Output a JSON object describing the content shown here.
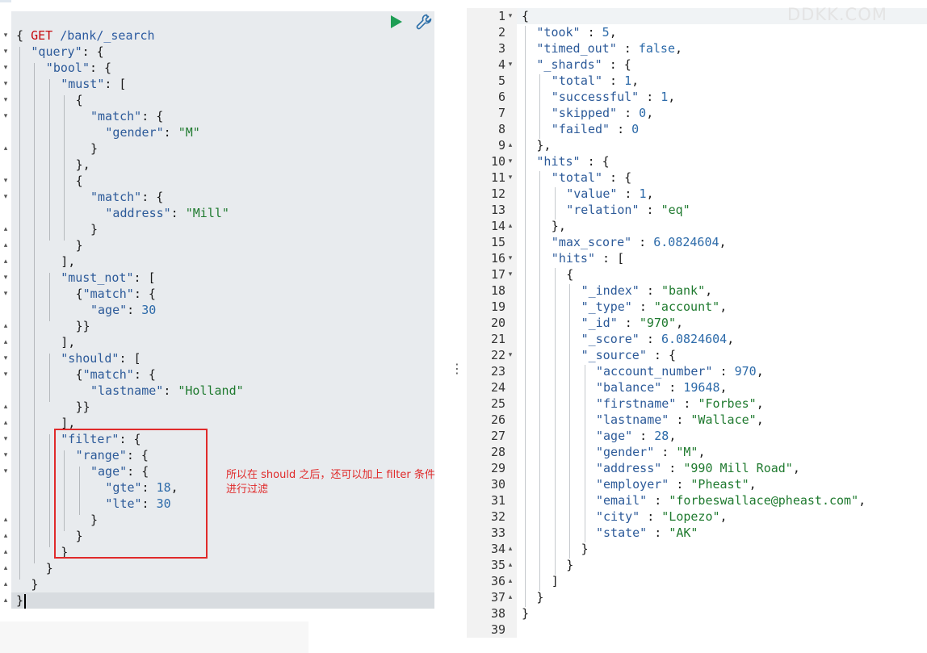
{
  "request": {
    "method": "GET",
    "url": "/bank/_search",
    "run_icon": "play-icon",
    "settings_icon": "wrench-icon",
    "lines": [
      [
        [
          "{",
          "p"
        ]
      ],
      [
        [
          "\"query\"",
          "k"
        ],
        [
          ": {",
          "p"
        ]
      ],
      [
        [
          "\"bool\"",
          "k"
        ],
        [
          ": {",
          "p"
        ]
      ],
      [
        [
          "\"must\"",
          "k"
        ],
        [
          ": [",
          "p"
        ]
      ],
      [
        [
          "{",
          "p"
        ]
      ],
      [
        [
          "\"match\"",
          "k"
        ],
        [
          ": {",
          "p"
        ]
      ],
      [
        [
          "\"gender\"",
          "k"
        ],
        [
          ": ",
          "p"
        ],
        [
          "\"M\"",
          "s"
        ]
      ],
      [
        [
          "}",
          "p"
        ]
      ],
      [
        [
          "},",
          "p"
        ]
      ],
      [
        [
          "{",
          "p"
        ]
      ],
      [
        [
          "\"match\"",
          "k"
        ],
        [
          ": {",
          "p"
        ]
      ],
      [
        [
          "\"address\"",
          "k"
        ],
        [
          ": ",
          "p"
        ],
        [
          "\"Mill\"",
          "s"
        ]
      ],
      [
        [
          "}",
          "p"
        ]
      ],
      [
        [
          "}",
          "p"
        ]
      ],
      [
        [
          "],",
          "p"
        ]
      ],
      [
        [
          "\"must_not\"",
          "k"
        ],
        [
          ": [",
          "p"
        ]
      ],
      [
        [
          "{",
          "p"
        ],
        [
          "\"match\"",
          "k"
        ],
        [
          ": {",
          "p"
        ]
      ],
      [
        [
          "\"age\"",
          "k"
        ],
        [
          ": ",
          "p"
        ],
        [
          "30",
          "n"
        ]
      ],
      [
        [
          "}}",
          "p"
        ]
      ],
      [
        [
          "],",
          "p"
        ]
      ],
      [
        [
          "\"should\"",
          "k"
        ],
        [
          ": [",
          "p"
        ]
      ],
      [
        [
          "{",
          "p"
        ],
        [
          "\"match\"",
          "k"
        ],
        [
          ": {",
          "p"
        ]
      ],
      [
        [
          "\"lastname\"",
          "k"
        ],
        [
          ": ",
          "p"
        ],
        [
          "\"Holland\"",
          "s"
        ]
      ],
      [
        [
          "}}",
          "p"
        ]
      ],
      [
        [
          "],",
          "p"
        ]
      ],
      [
        [
          "\"filter\"",
          "k"
        ],
        [
          ": {",
          "p"
        ]
      ],
      [
        [
          "\"range\"",
          "k"
        ],
        [
          ": {",
          "p"
        ]
      ],
      [
        [
          "\"age\"",
          "k"
        ],
        [
          ": {",
          "p"
        ]
      ],
      [
        [
          "\"gte\"",
          "k"
        ],
        [
          ": ",
          "p"
        ],
        [
          "18",
          "n"
        ],
        [
          ",",
          "p"
        ]
      ],
      [
        [
          "\"lte\"",
          "k"
        ],
        [
          ": ",
          "p"
        ],
        [
          "30",
          "n"
        ]
      ],
      [
        [
          "}",
          "p"
        ]
      ],
      [
        [
          "}",
          "p"
        ]
      ],
      [
        [
          "}",
          "p"
        ]
      ],
      [
        [
          "}",
          "p"
        ]
      ],
      [
        [
          "}",
          "p"
        ]
      ],
      [
        [
          "}",
          "p"
        ]
      ]
    ],
    "fold_markers": [
      "▾",
      "▾",
      "▾",
      "▾",
      "▾",
      "▾",
      "",
      "▴",
      "",
      "▾",
      "▾",
      "",
      "▴",
      "▴",
      "▴",
      "▾",
      "▾",
      "",
      "▴",
      "▴",
      "▾",
      "▾",
      "",
      "▴",
      "▴",
      "▾",
      "▾",
      "▾",
      "",
      "",
      "▴",
      "▴",
      "▴",
      "▴",
      "▴",
      "▴"
    ]
  },
  "annotation": {
    "note_line1": "所以在 should 之后，还可以加上 filter 条件",
    "note_line2": "进行过滤",
    "box_color": "#e02a2a"
  },
  "splitter": {
    "handle_icon": "⋮"
  },
  "response": {
    "lines": [
      [
        [
          "{",
          "p"
        ]
      ],
      [
        [
          "\"took\"",
          "k"
        ],
        [
          " : ",
          "p"
        ],
        [
          "5",
          "n"
        ],
        [
          ",",
          "p"
        ]
      ],
      [
        [
          "\"timed_out\"",
          "k"
        ],
        [
          " : ",
          "p"
        ],
        [
          "false",
          "b"
        ],
        [
          ",",
          "p"
        ]
      ],
      [
        [
          "\"_shards\"",
          "k"
        ],
        [
          " : {",
          "p"
        ]
      ],
      [
        [
          "\"total\"",
          "k"
        ],
        [
          " : ",
          "p"
        ],
        [
          "1",
          "n"
        ],
        [
          ",",
          "p"
        ]
      ],
      [
        [
          "\"successful\"",
          "k"
        ],
        [
          " : ",
          "p"
        ],
        [
          "1",
          "n"
        ],
        [
          ",",
          "p"
        ]
      ],
      [
        [
          "\"skipped\"",
          "k"
        ],
        [
          " : ",
          "p"
        ],
        [
          "0",
          "n"
        ],
        [
          ",",
          "p"
        ]
      ],
      [
        [
          "\"failed\"",
          "k"
        ],
        [
          " : ",
          "p"
        ],
        [
          "0",
          "n"
        ]
      ],
      [
        [
          "},",
          "p"
        ]
      ],
      [
        [
          "\"hits\"",
          "k"
        ],
        [
          " : {",
          "p"
        ]
      ],
      [
        [
          "\"total\"",
          "k"
        ],
        [
          " : {",
          "p"
        ]
      ],
      [
        [
          "\"value\"",
          "k"
        ],
        [
          " : ",
          "p"
        ],
        [
          "1",
          "n"
        ],
        [
          ",",
          "p"
        ]
      ],
      [
        [
          "\"relation\"",
          "k"
        ],
        [
          " : ",
          "p"
        ],
        [
          "\"eq\"",
          "s"
        ]
      ],
      [
        [
          "},",
          "p"
        ]
      ],
      [
        [
          "\"max_score\"",
          "k"
        ],
        [
          " : ",
          "p"
        ],
        [
          "6.0824604",
          "n"
        ],
        [
          ",",
          "p"
        ]
      ],
      [
        [
          "\"hits\"",
          "k"
        ],
        [
          " : [",
          "p"
        ]
      ],
      [
        [
          "{",
          "p"
        ]
      ],
      [
        [
          "\"_index\"",
          "k"
        ],
        [
          " : ",
          "p"
        ],
        [
          "\"bank\"",
          "s"
        ],
        [
          ",",
          "p"
        ]
      ],
      [
        [
          "\"_type\"",
          "k"
        ],
        [
          " : ",
          "p"
        ],
        [
          "\"account\"",
          "s"
        ],
        [
          ",",
          "p"
        ]
      ],
      [
        [
          "\"_id\"",
          "k"
        ],
        [
          " : ",
          "p"
        ],
        [
          "\"970\"",
          "s"
        ],
        [
          ",",
          "p"
        ]
      ],
      [
        [
          "\"_score\"",
          "k"
        ],
        [
          " : ",
          "p"
        ],
        [
          "6.0824604",
          "n"
        ],
        [
          ",",
          "p"
        ]
      ],
      [
        [
          "\"_source\"",
          "k"
        ],
        [
          " : {",
          "p"
        ]
      ],
      [
        [
          "\"account_number\"",
          "k"
        ],
        [
          " : ",
          "p"
        ],
        [
          "970",
          "n"
        ],
        [
          ",",
          "p"
        ]
      ],
      [
        [
          "\"balance\"",
          "k"
        ],
        [
          " : ",
          "p"
        ],
        [
          "19648",
          "n"
        ],
        [
          ",",
          "p"
        ]
      ],
      [
        [
          "\"firstname\"",
          "k"
        ],
        [
          " : ",
          "p"
        ],
        [
          "\"Forbes\"",
          "s"
        ],
        [
          ",",
          "p"
        ]
      ],
      [
        [
          "\"lastname\"",
          "k"
        ],
        [
          " : ",
          "p"
        ],
        [
          "\"Wallace\"",
          "s"
        ],
        [
          ",",
          "p"
        ]
      ],
      [
        [
          "\"age\"",
          "k"
        ],
        [
          " : ",
          "p"
        ],
        [
          "28",
          "n"
        ],
        [
          ",",
          "p"
        ]
      ],
      [
        [
          "\"gender\"",
          "k"
        ],
        [
          " : ",
          "p"
        ],
        [
          "\"M\"",
          "s"
        ],
        [
          ",",
          "p"
        ]
      ],
      [
        [
          "\"address\"",
          "k"
        ],
        [
          " : ",
          "p"
        ],
        [
          "\"990 Mill Road\"",
          "s"
        ],
        [
          ",",
          "p"
        ]
      ],
      [
        [
          "\"employer\"",
          "k"
        ],
        [
          " : ",
          "p"
        ],
        [
          "\"Pheast\"",
          "s"
        ],
        [
          ",",
          "p"
        ]
      ],
      [
        [
          "\"email\"",
          "k"
        ],
        [
          " : ",
          "p"
        ],
        [
          "\"forbeswallace@pheast.com\"",
          "s"
        ],
        [
          ",",
          "p"
        ]
      ],
      [
        [
          "\"city\"",
          "k"
        ],
        [
          " : ",
          "p"
        ],
        [
          "\"Lopezo\"",
          "s"
        ],
        [
          ",",
          "p"
        ]
      ],
      [
        [
          "\"state\"",
          "k"
        ],
        [
          " : ",
          "p"
        ],
        [
          "\"AK\"",
          "s"
        ]
      ],
      [
        [
          "}",
          "p"
        ]
      ],
      [
        [
          "}",
          "p"
        ]
      ],
      [
        [
          "]",
          "p"
        ]
      ],
      [
        [
          "}",
          "p"
        ]
      ],
      [
        [
          "}",
          "p"
        ]
      ],
      []
    ],
    "line_numbers": [
      "1",
      "2",
      "3",
      "4",
      "5",
      "6",
      "7",
      "8",
      "9",
      "10",
      "11",
      "12",
      "13",
      "14",
      "15",
      "16",
      "17",
      "18",
      "19",
      "20",
      "21",
      "22",
      "23",
      "24",
      "25",
      "26",
      "27",
      "28",
      "29",
      "30",
      "31",
      "32",
      "33",
      "34",
      "35",
      "36",
      "37",
      "38",
      "39"
    ],
    "fold_markers": [
      "▾",
      "",
      "",
      "▾",
      "",
      "",
      "",
      "",
      "▴",
      "▾",
      "▾",
      "",
      "",
      "▴",
      "",
      "▾",
      "▾",
      "",
      "",
      "",
      "",
      "▾",
      "",
      "",
      "",
      "",
      "",
      "",
      "",
      "",
      "",
      "",
      "",
      "▴",
      "▴",
      "▴",
      "▴",
      "",
      ""
    ]
  },
  "watermark": "DDKK.COM",
  "colors": {
    "key": "#2c5a99",
    "string": "#1f7a2f",
    "number": "#2c6aa9",
    "method": "#c5060b",
    "annotation": "#e02a2a"
  }
}
